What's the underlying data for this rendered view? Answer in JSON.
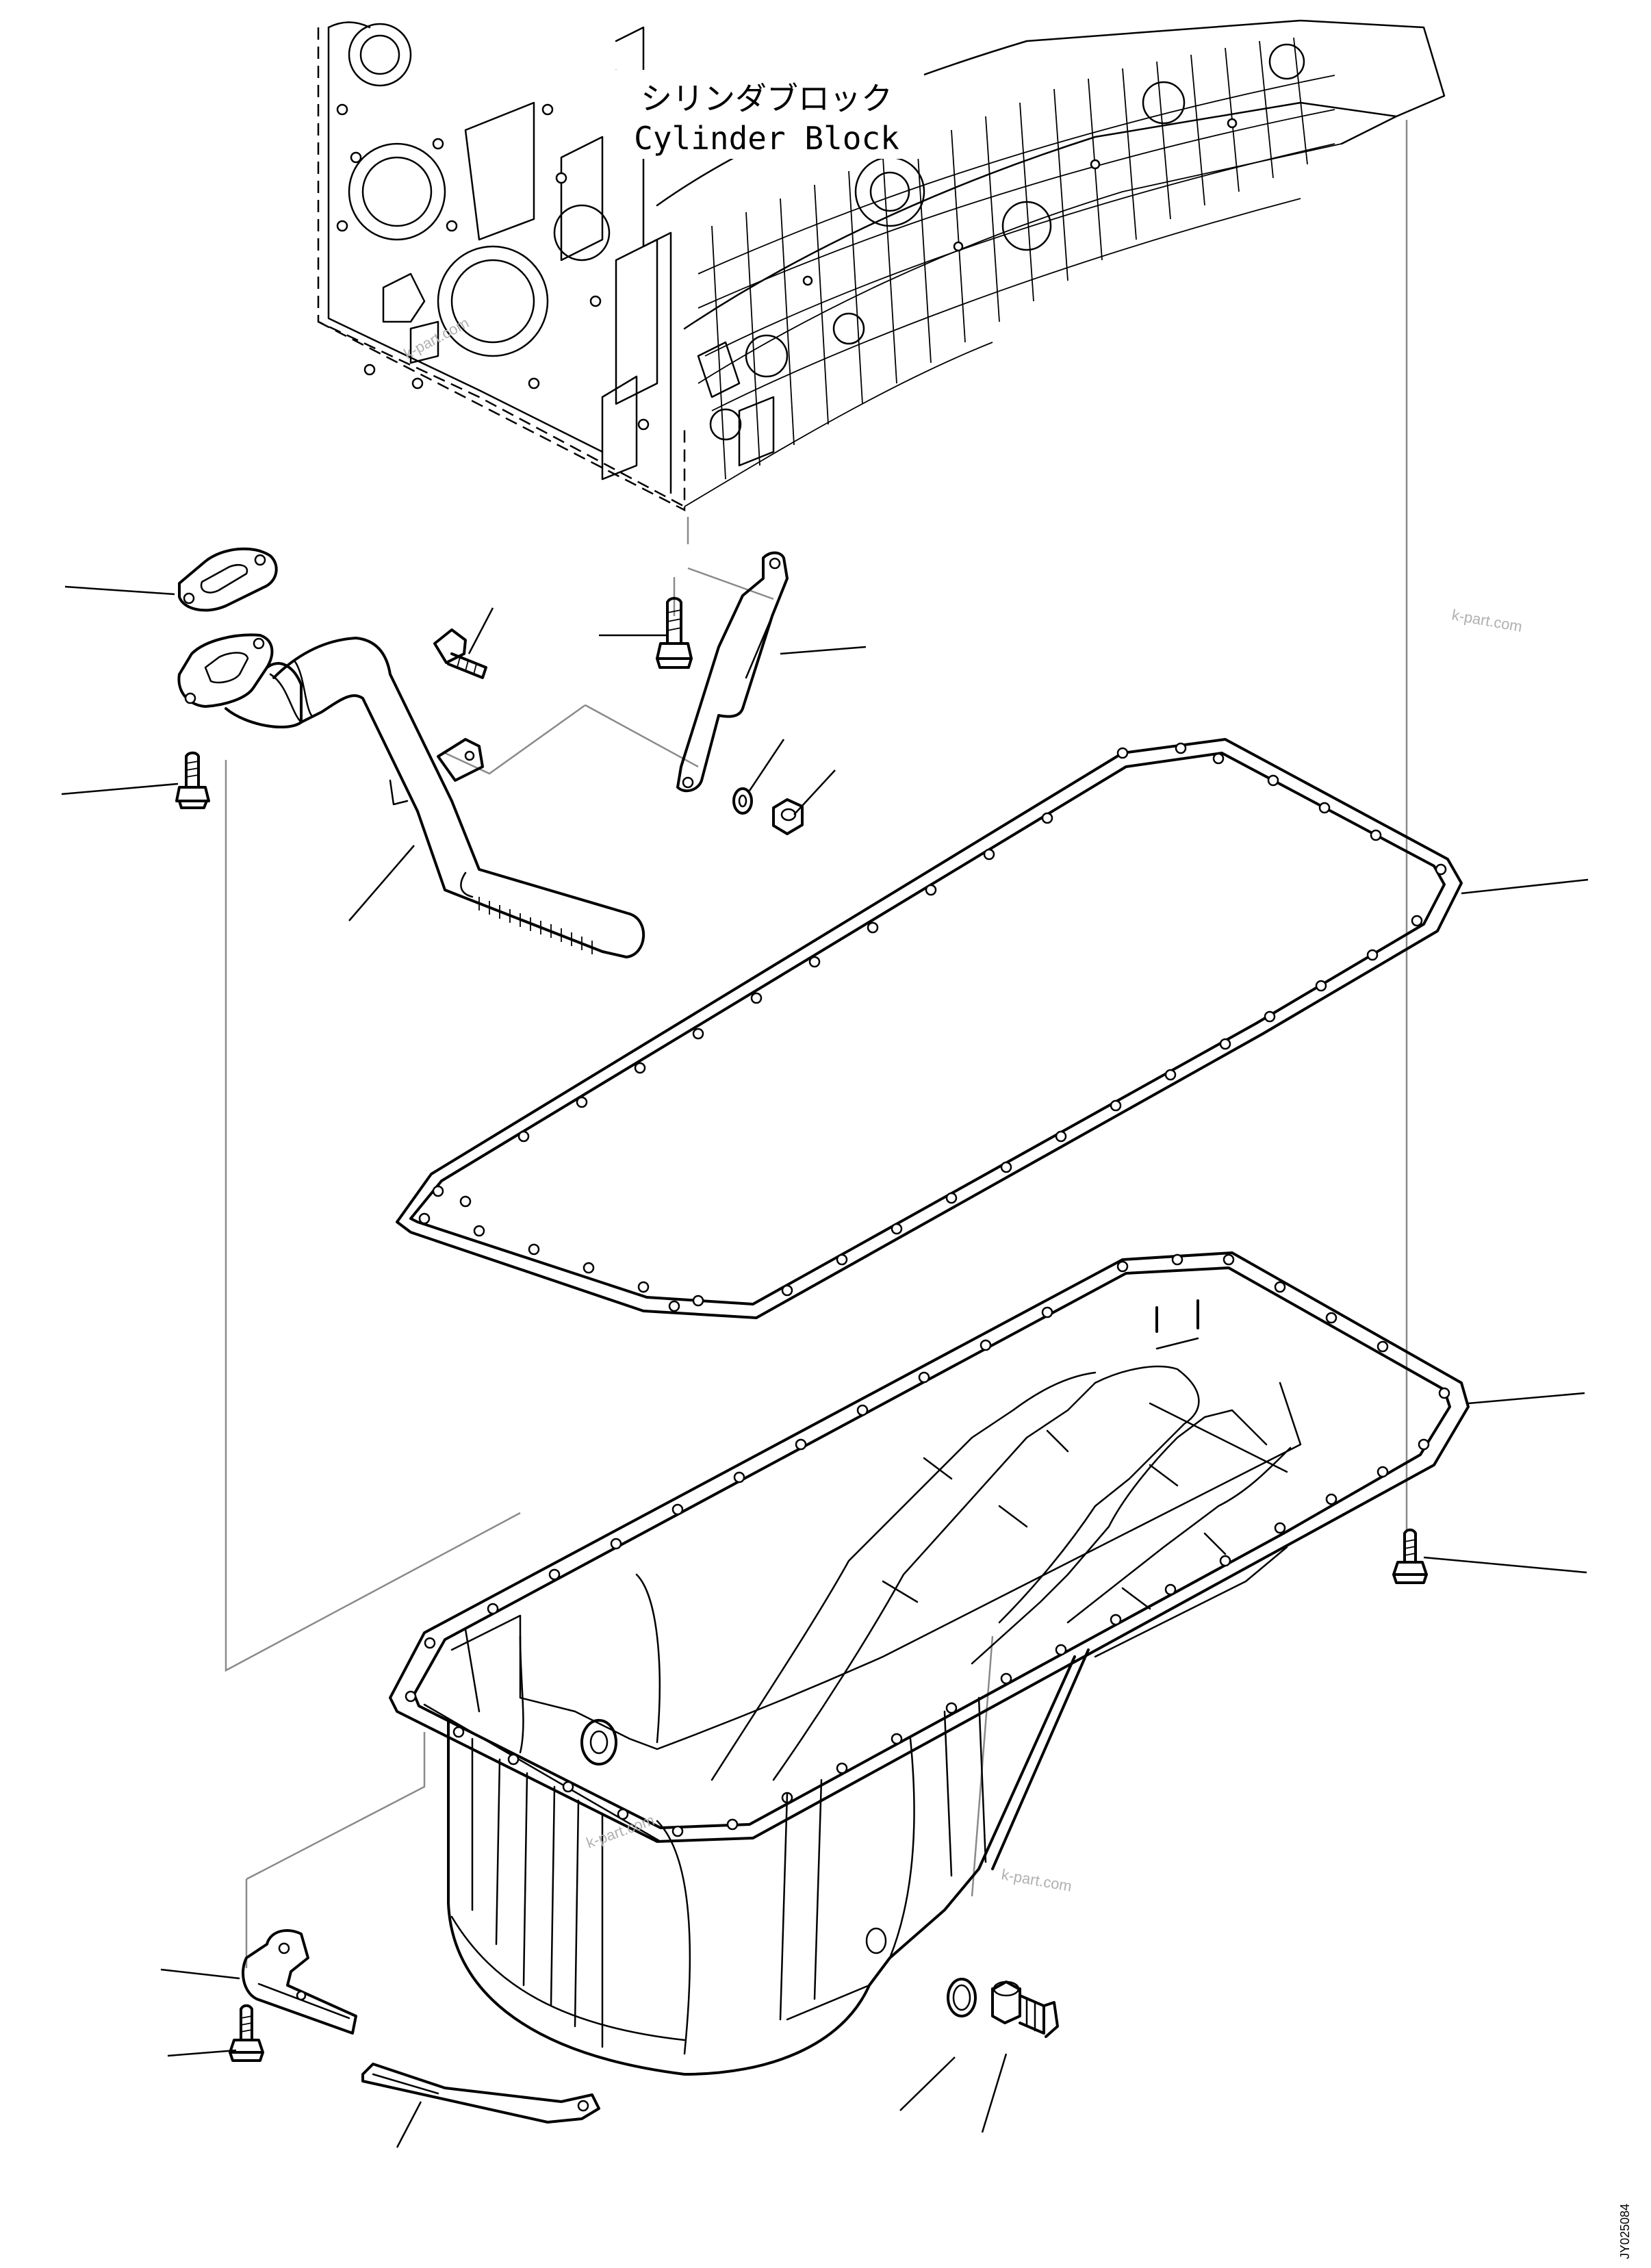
{
  "labels": {
    "cylinder_block_jp": "シリンダブロック",
    "cylinder_block_en": "Cylinder Block"
  },
  "watermarks": [
    "k-part.com",
    "k-part.com",
    "k-part.com",
    "k-part.com"
  ],
  "drawing_code": "JY025084",
  "colors": {
    "line": "#000000",
    "guide": "#8a8a8a",
    "background": "#ffffff",
    "watermark": "#b0b0b0"
  }
}
